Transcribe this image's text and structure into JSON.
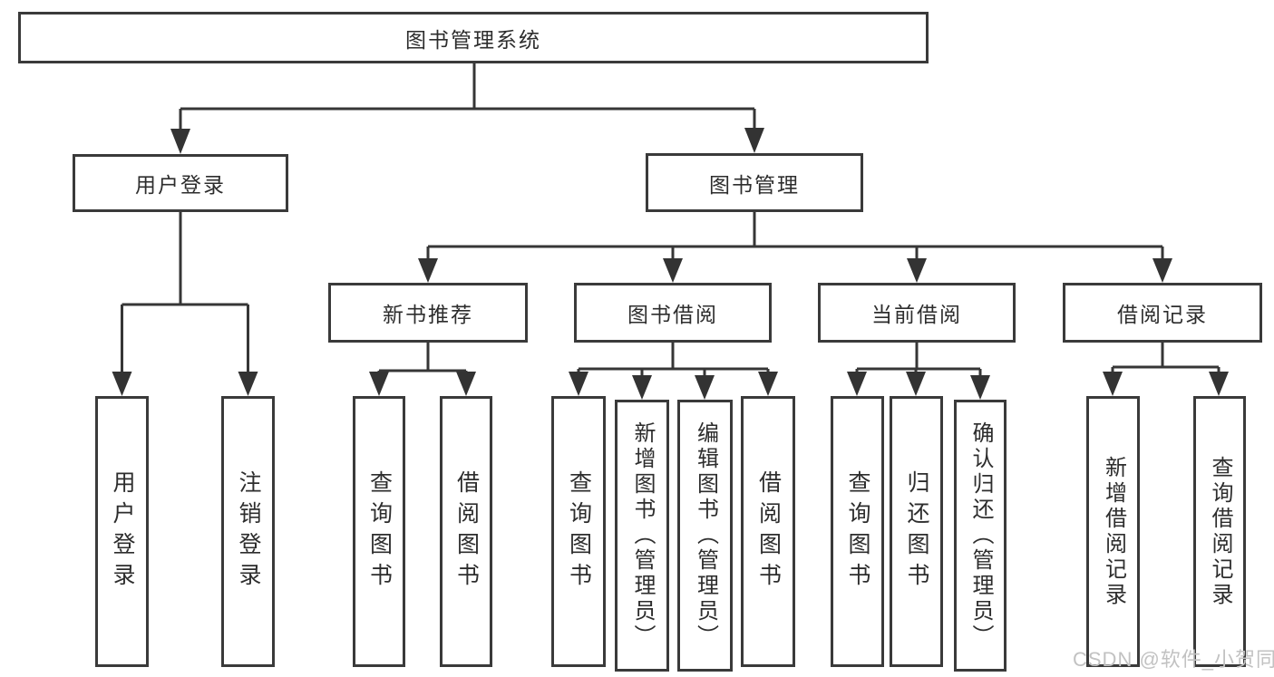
{
  "diagram": {
    "root": "图书管理系统",
    "level2": [
      "用户登录",
      "图书管理"
    ],
    "level3": [
      "新书推荐",
      "图书借阅",
      "当前借阅",
      "借阅记录"
    ],
    "leaves": {
      "user": [
        "用户登录",
        "注销登录"
      ],
      "recommend": [
        "查询图书",
        "借阅图书"
      ],
      "borrow": [
        "查询图书",
        "新增图书（管理员）",
        "编辑图书（管理员）",
        "借阅图书"
      ],
      "current": [
        "查询图书",
        "归还图书",
        "确认归还（管理员）"
      ],
      "records": [
        "新增借阅记录",
        "查询借阅记录"
      ]
    }
  },
  "watermark": "CSDN @软件_小贺同学",
  "colors": {
    "line": "#363636",
    "box_border": "#3a3a3a",
    "text": "#2d2d2d",
    "watermark": "#c2c2c2",
    "background": "#ffffff"
  }
}
